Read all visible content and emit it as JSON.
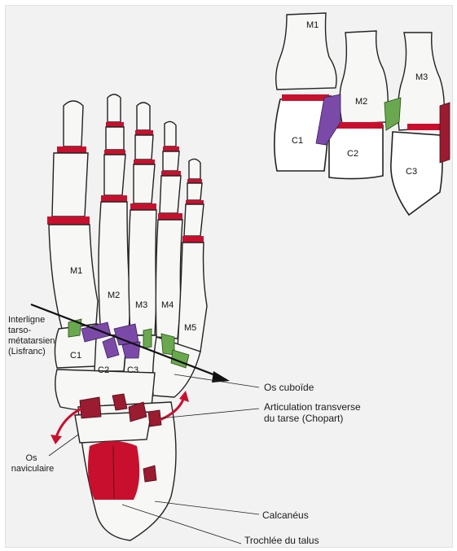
{
  "labels": {
    "lisfranc": [
      "Interligne",
      "tarso-",
      "métatarsien",
      "(Lisfranc)"
    ],
    "os_cuboide": "Os cuboïde",
    "chopart": [
      "Articulation transverse",
      "du tarse (Chopart)"
    ],
    "os_naviculaire": [
      "Os",
      "naviculaire"
    ],
    "calcaneus": "Calcanéus",
    "trochlee": "Trochlée du talus"
  },
  "bones_main": {
    "m1": "M1",
    "m2": "M2",
    "m3": "M3",
    "m4": "M4",
    "m5": "M5",
    "c1": "C1",
    "c2": "C2",
    "c3": "C3"
  },
  "bones_inset": {
    "m1": "M1",
    "m2": "M2",
    "m3": "M3",
    "c1": "C1",
    "c2": "C2",
    "c3": "C3"
  },
  "colors": {
    "joint_red": "#c8102e",
    "ligament_purple": "#7b4aa8",
    "ligament_green": "#6aa84f",
    "ligament_darkred": "#9b1b30",
    "talus_red": "#c8102e"
  }
}
